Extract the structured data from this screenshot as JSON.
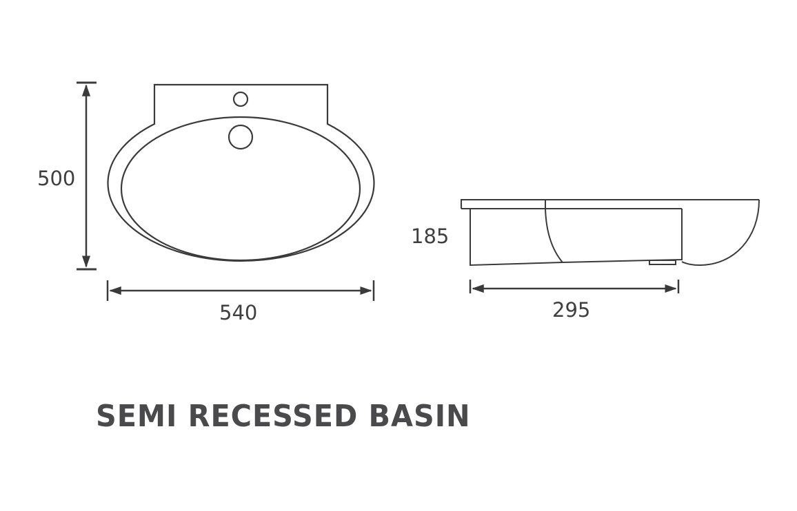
{
  "title": "SEMI RECESSED BASIN",
  "dimensions": {
    "plan_height": "500",
    "plan_width": "540",
    "side_height": "185",
    "side_depth": "295"
  },
  "colors": {
    "line": "#3a3a3a",
    "text": "#3f3f3f",
    "title": "#4a4a4c",
    "background": "#ffffff"
  }
}
